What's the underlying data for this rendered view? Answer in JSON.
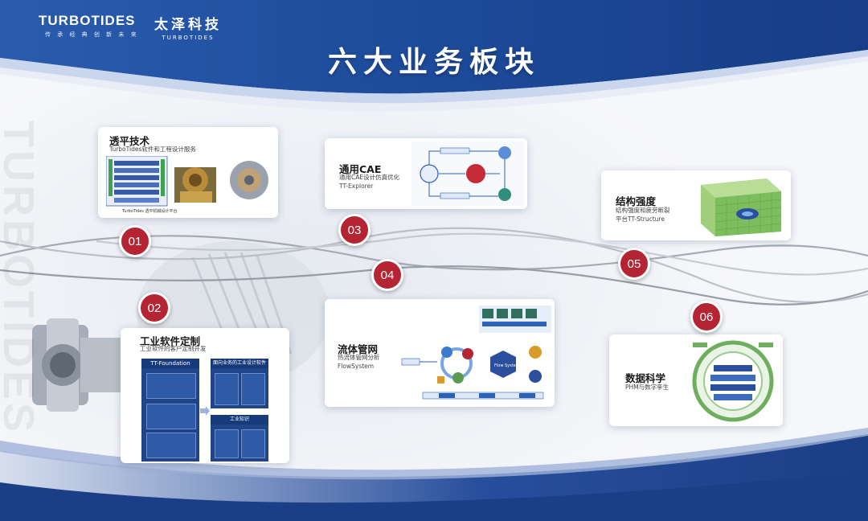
{
  "brand": {
    "logo_text": "TURBOTIDES",
    "slogan": "传 承 经 典    创 新 未 来",
    "cn_name": "太泽科技",
    "en_name": "TURBOTIDES"
  },
  "page_title": "六大业务板块",
  "watermark": "TURBOTIDES",
  "colors": {
    "navy": "#1b3f86",
    "badge": "#b52433",
    "accent_blue": "#2b62b8"
  },
  "cards": [
    {
      "badge": "01",
      "title": "透平技术",
      "subtitle": "TurboTides软件和工程设计服务"
    },
    {
      "badge": "02",
      "title": "工业软件定制",
      "subtitle": "工业软件的客户定制开发"
    },
    {
      "badge": "03",
      "title": "通用CAE",
      "subtitle_line1": "通用CAE设计仿真优化",
      "subtitle_line2": "TT-Explorer"
    },
    {
      "badge": "04",
      "title": "流体管网",
      "subtitle_line1": "热流体管网分析",
      "subtitle_line2": "FlowSystem"
    },
    {
      "badge": "05",
      "title": "结构强度",
      "subtitle_line1": "结构强度和疲劳断裂",
      "subtitle_line2": "平台TT-Structure"
    },
    {
      "badge": "06",
      "title": "数据科学",
      "subtitle": "PHM与数字孪生"
    }
  ],
  "figures": {
    "tt_foundation_title": "TT-Foundation",
    "tt_industry_title": "面向业务的工业设计软件",
    "tt_knowledge_title": "工业知识",
    "flow_system_label": "Flow System"
  }
}
